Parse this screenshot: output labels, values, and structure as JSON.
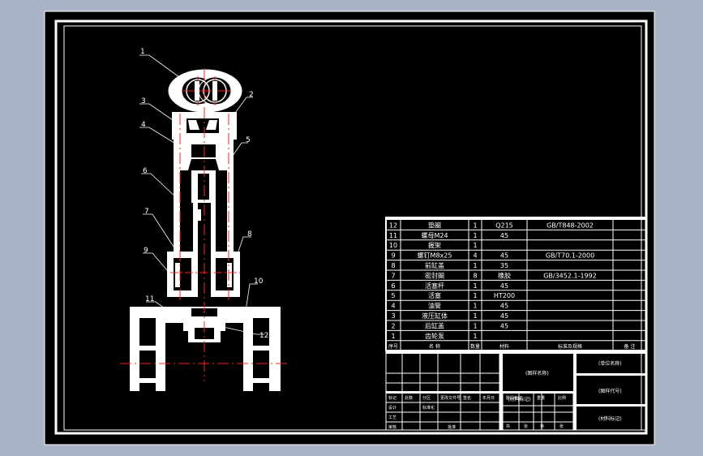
{
  "theme": {
    "background": "#a8b4c6",
    "sheet": "#000000",
    "line": "#ffffff",
    "center_line": "#ff2020",
    "leader": "#ffffff"
  },
  "balloons": [
    "1",
    "2",
    "3",
    "4",
    "5",
    "6",
    "7",
    "8",
    "9",
    "10",
    "11",
    "12"
  ],
  "bom": {
    "rows": [
      {
        "no": "12",
        "name": "垫圈",
        "qty": "1",
        "material": "Q215",
        "standard": "GB/T848-2002",
        "note": ""
      },
      {
        "no": "11",
        "name": "螺母M24",
        "qty": "1",
        "material": "45",
        "standard": "",
        "note": ""
      },
      {
        "no": "10",
        "name": "握架",
        "qty": "1",
        "material": "",
        "standard": "",
        "note": ""
      },
      {
        "no": "9",
        "name": "螺钉M8x25",
        "qty": "4",
        "material": "45",
        "standard": "GB/T70.1-2000",
        "note": ""
      },
      {
        "no": "8",
        "name": "前缸盖",
        "qty": "1",
        "material": "35",
        "standard": "",
        "note": ""
      },
      {
        "no": "7",
        "name": "密封圈",
        "qty": "8",
        "material": "橡胶",
        "standard": "GB/3452.1-1992",
        "note": ""
      },
      {
        "no": "6",
        "name": "活塞杆",
        "qty": "1",
        "material": "45",
        "standard": "",
        "note": ""
      },
      {
        "no": "5",
        "name": "活塞",
        "qty": "1",
        "material": "HT200",
        "standard": "",
        "note": ""
      },
      {
        "no": "4",
        "name": "油管",
        "qty": "1",
        "material": "45",
        "standard": "",
        "note": ""
      },
      {
        "no": "3",
        "name": "液压缸体",
        "qty": "1",
        "material": "45",
        "standard": "",
        "note": ""
      },
      {
        "no": "2",
        "name": "后缸盖",
        "qty": "1",
        "material": "45",
        "standard": "",
        "note": ""
      },
      {
        "no": "1",
        "name": "齿轮泵",
        "qty": "1",
        "material": "",
        "standard": "",
        "note": ""
      }
    ],
    "header": {
      "no": "序号",
      "name": "名 称",
      "qty": "数量",
      "material": "材料",
      "standard": "标准及规格",
      "note": "备 注"
    }
  },
  "title_block": {
    "drawing_name": "(图样名称)",
    "unit_name": "(单位名称)",
    "drawing_code": "(图样代号)",
    "material_mark": "(材料标记)",
    "sheet_info": "(材料标记)",
    "labels": [
      "标记",
      "处数",
      "分区",
      "更改文件号",
      "签名",
      "年月日",
      "设计",
      "标准化",
      "阶段标记",
      "重量",
      "比例",
      "审核",
      "工艺",
      "批准",
      "共",
      "张",
      "第",
      "张"
    ]
  }
}
